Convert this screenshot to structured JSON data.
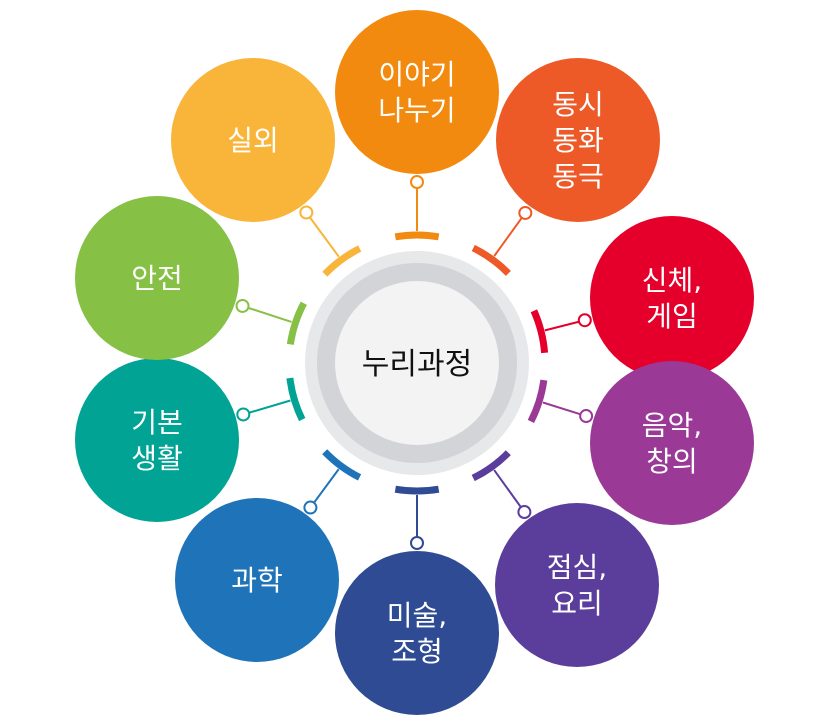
{
  "center": {
    "label": "누리과정"
  },
  "nodes": [
    {
      "id": "story",
      "lines": [
        "이야기",
        "나누기"
      ],
      "color": "#f28a10"
    },
    {
      "id": "poem",
      "lines": [
        "동시",
        "동화",
        "동극"
      ],
      "color": "#ee5a27"
    },
    {
      "id": "physical",
      "lines": [
        "신체,",
        "게임"
      ],
      "color": "#e4002b"
    },
    {
      "id": "music",
      "lines": [
        "음악,",
        "창의"
      ],
      "color": "#9a3a96"
    },
    {
      "id": "cooking",
      "lines": [
        "점심,",
        "요리"
      ],
      "color": "#5b3e9b"
    },
    {
      "id": "art",
      "lines": [
        "미술,",
        "조형"
      ],
      "color": "#2e4b94"
    },
    {
      "id": "science",
      "lines": [
        "과학"
      ],
      "color": "#1f74b9"
    },
    {
      "id": "basic",
      "lines": [
        "기본",
        "생활"
      ],
      "color": "#00a394"
    },
    {
      "id": "safety",
      "lines": [
        "안전"
      ],
      "color": "#86c045"
    },
    {
      "id": "outdoor",
      "lines": [
        "실외"
      ],
      "color": "#f9b43a"
    }
  ]
}
